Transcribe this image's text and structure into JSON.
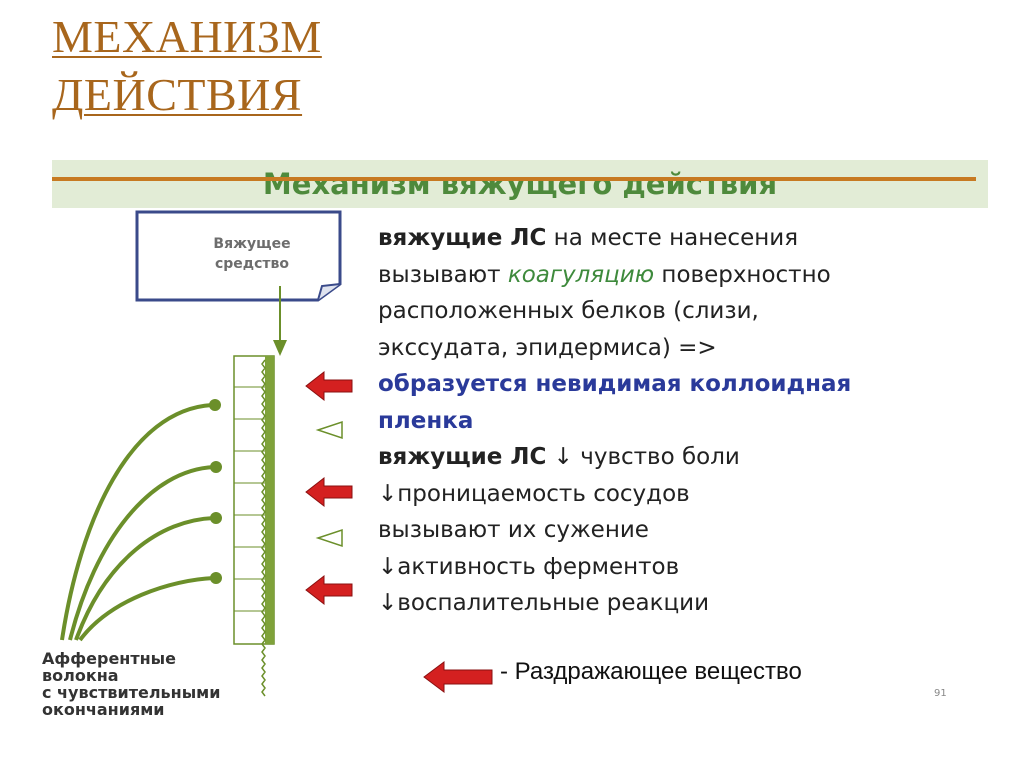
{
  "slide": {
    "title_line1": "МЕХАНИЗМ",
    "title_line2": "ДЕЙСТВИЯ",
    "band_title": "Механизм вяжущего действия",
    "page_number": "91"
  },
  "diagram": {
    "agent_line1": "Вяжущее",
    "agent_line2": "средство",
    "fiber_line1": "Афферентные",
    "fiber_line2": "волокна",
    "fiber_line3": "с чувствительными",
    "fiber_line4": "окончаниями",
    "irritant_label": "- Раздражающее вещество"
  },
  "text": {
    "l1_bold": "вяжущие ЛС",
    "l1_rest": " на месте нанесения",
    "l2_a": "вызывают ",
    "l2_green": "коагуляцию",
    "l2_b": " поверхностно",
    "l3": "расположенных белков (слизи,",
    "l4": "экссудата, эпидермиса) =>",
    "l5": "образуется невидимая коллоидная",
    "l6": "пленка",
    "l7_bold": "вяжущие ЛС",
    "l7_rest": " ↓ чувство боли",
    "l8": "↓проницаемость сосудов",
    "l9": "вызывают их сужение",
    "l10": "↓активность ферментов",
    "l11": "↓воспалительные реакции"
  },
  "colors": {
    "title": "#a8661c",
    "band_bg": "#e2ecd6",
    "band_text": "#4e8a3c",
    "rule": "#c77a22",
    "arrow_red": "#d42020",
    "fiber_green": "#6b8f2a"
  }
}
